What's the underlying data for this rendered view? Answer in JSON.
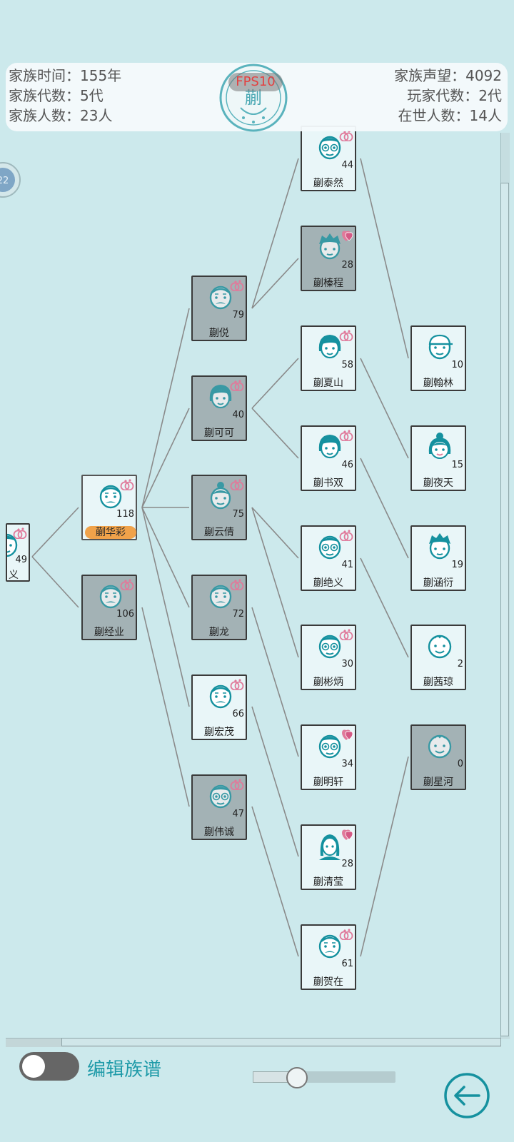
{
  "stats": {
    "family_time": "家族时间：155年",
    "family_generations": "家族代数：5代",
    "family_members": "家族人数：23人",
    "family_prestige": "家族声望：4092",
    "player_generation": "玩家代数：2代",
    "living_members": "在世人数：14人"
  },
  "emblem": {
    "char": "蒯",
    "fps": "FPS10"
  },
  "left_badge": "22",
  "edit_label": "编辑族谱",
  "zoom_level": 0.3,
  "colors": {
    "background": "#cce9ec",
    "accent": "#1e9aa8",
    "player_tag": "#f0a24a",
    "married_mark": "#e07a9b"
  },
  "members": [
    {
      "id": "root",
      "name": "义",
      "age": "49",
      "face": "man",
      "mark": "married",
      "dead": false
    },
    {
      "id": "huacai",
      "name": "蒯华彩",
      "age": "118",
      "face": "elder-man",
      "mark": "married",
      "dead": false,
      "player": true
    },
    {
      "id": "jingye",
      "name": "蒯经业",
      "age": "106",
      "face": "elder-man",
      "mark": "married",
      "dead": true
    },
    {
      "id": "tui",
      "name": "蒯侻",
      "age": "79",
      "face": "elder-man",
      "mark": "married",
      "dead": true
    },
    {
      "id": "keke",
      "name": "蒯可可",
      "age": "40",
      "face": "woman",
      "mark": "married",
      "dead": true
    },
    {
      "id": "yunqian",
      "name": "蒯云倩",
      "age": "75",
      "face": "old-woman",
      "mark": "married",
      "dead": true
    },
    {
      "id": "long",
      "name": "蒯龙",
      "age": "72",
      "face": "elder-man",
      "mark": "married",
      "dead": true
    },
    {
      "id": "hongmao",
      "name": "蒯宏茂",
      "age": "66",
      "face": "elder-man",
      "mark": "married",
      "dead": false
    },
    {
      "id": "weicheng",
      "name": "蒯伟诚",
      "age": "47",
      "face": "glasses-man",
      "mark": "married",
      "dead": true
    },
    {
      "id": "tairan",
      "name": "蒯泰然",
      "age": "44",
      "face": "glasses-man",
      "mark": "married",
      "dead": false
    },
    {
      "id": "zhencheng",
      "name": "蒯榛程",
      "age": "28",
      "face": "young-man",
      "mark": "engaged",
      "dead": true
    },
    {
      "id": "xiashan",
      "name": "蒯夏山",
      "age": "58",
      "face": "woman",
      "mark": "married",
      "dead": false
    },
    {
      "id": "shushuang",
      "name": "蒯书双",
      "age": "46",
      "face": "woman",
      "mark": "married",
      "dead": false
    },
    {
      "id": "jueyi",
      "name": "蒯绝义",
      "age": "41",
      "face": "glasses-man",
      "mark": "married",
      "dead": false
    },
    {
      "id": "binbing",
      "name": "蒯彬炳",
      "age": "30",
      "face": "glasses-man",
      "mark": "married",
      "dead": false
    },
    {
      "id": "mingxuan",
      "name": "蒯明轩",
      "age": "34",
      "face": "glasses-man",
      "mark": "engaged",
      "dead": false
    },
    {
      "id": "qingying",
      "name": "蒯清莹",
      "age": "28",
      "face": "long-hair-woman",
      "mark": "engaged",
      "dead": false
    },
    {
      "id": "hezai",
      "name": "蒯贺在",
      "age": "61",
      "face": "elder-man",
      "mark": "married",
      "dead": false
    },
    {
      "id": "hanlin",
      "name": "蒯翰林",
      "age": "10",
      "face": "boy-cap",
      "mark": "none",
      "dead": false
    },
    {
      "id": "yetian",
      "name": "蒯夜天",
      "age": "15",
      "face": "girl",
      "mark": "none",
      "dead": false
    },
    {
      "id": "hanyan",
      "name": "蒯涵衍",
      "age": "19",
      "face": "young-man",
      "mark": "none",
      "dead": false
    },
    {
      "id": "xiqiong",
      "name": "蒯茜琼",
      "age": "2",
      "face": "baby",
      "mark": "none",
      "dead": false
    },
    {
      "id": "xinghe",
      "name": "蒯星河",
      "age": "0",
      "face": "baby",
      "mark": "none",
      "dead": true
    }
  ]
}
